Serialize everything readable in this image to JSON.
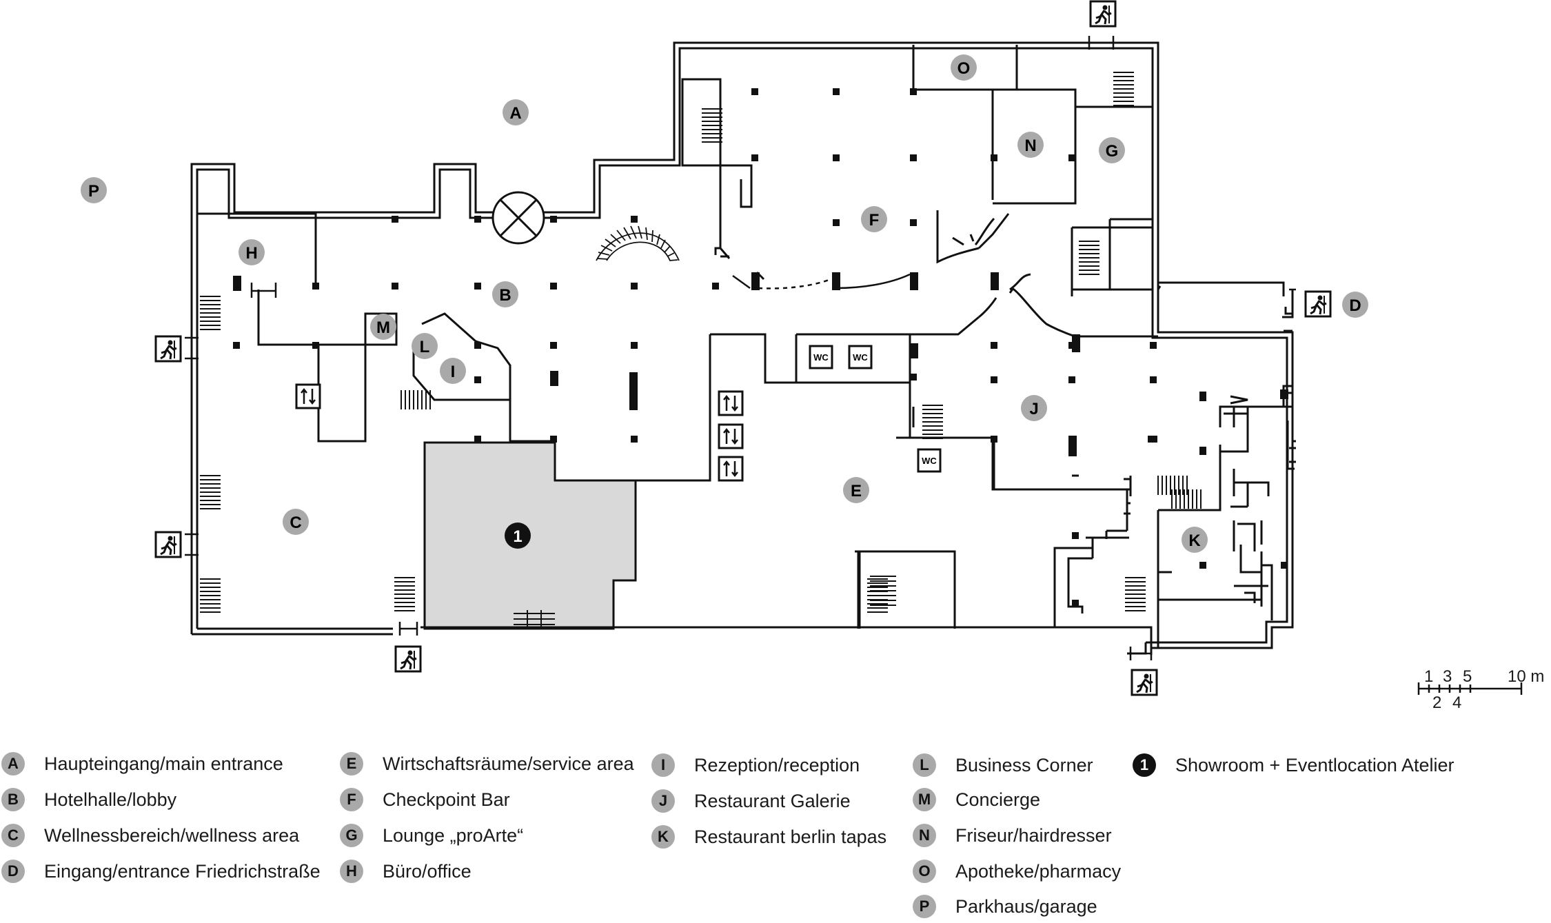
{
  "markers": {
    "A": "A",
    "B": "B",
    "C": "C",
    "D": "D",
    "E": "E",
    "F": "F",
    "G": "G",
    "H": "H",
    "I": "I",
    "J": "J",
    "K": "K",
    "L": "L",
    "M": "M",
    "N": "N",
    "O": "O",
    "P": "P",
    "one": "1"
  },
  "wc_label": "WC",
  "scale": {
    "ticks_top": [
      "1",
      "3",
      "5",
      "10 m"
    ],
    "ticks_bottom": [
      "2",
      "4"
    ]
  },
  "legend": [
    {
      "key": "A",
      "label": "Haupteingang/main entrance"
    },
    {
      "key": "B",
      "label": "Hotelhalle/lobby"
    },
    {
      "key": "C",
      "label": "Wellnessbereich/wellness area"
    },
    {
      "key": "D",
      "label": "Eingang/entrance Friedrichstraße"
    },
    {
      "key": "E",
      "label": "Wirtschaftsräume/service area"
    },
    {
      "key": "F",
      "label": "Checkpoint Bar"
    },
    {
      "key": "G",
      "label": "Lounge „proArte“"
    },
    {
      "key": "H",
      "label": "Büro/office"
    },
    {
      "key": "I",
      "label": "Rezeption/reception"
    },
    {
      "key": "J",
      "label": "Restaurant Galerie"
    },
    {
      "key": "K",
      "label": "Restaurant berlin tapas"
    },
    {
      "key": "L",
      "label": "Business Corner"
    },
    {
      "key": "M",
      "label": "Concierge"
    },
    {
      "key": "N",
      "label": "Friseur/hairdresser"
    },
    {
      "key": "O",
      "label": "Apotheke/pharmacy"
    },
    {
      "key": "P",
      "label": "Parkhaus/garage"
    },
    {
      "key": "1",
      "label": "Showroom + Eventlocation Atelier"
    }
  ],
  "colors": {
    "marker_grey": "#a9a9a9",
    "showroom_fill": "#d9d9d9",
    "ink": "#111111"
  }
}
